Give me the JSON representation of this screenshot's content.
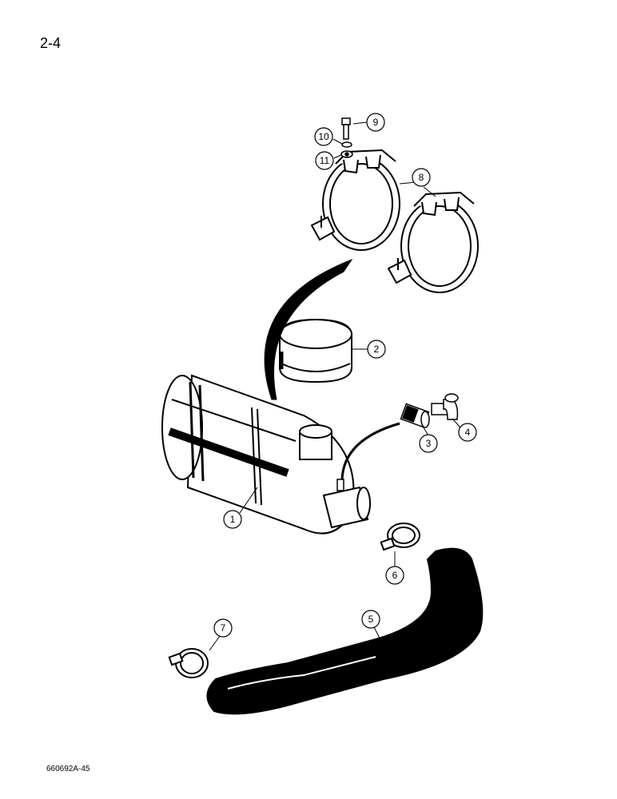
{
  "page_number": "2-4",
  "figure_code": "660692A-45",
  "callouts": {
    "c1": "1",
    "c2": "2",
    "c3": "3",
    "c4": "4",
    "c5": "5",
    "c6": "6",
    "c7": "7",
    "c8": "8",
    "c9": "9",
    "c10": "10",
    "c11": "11"
  }
}
